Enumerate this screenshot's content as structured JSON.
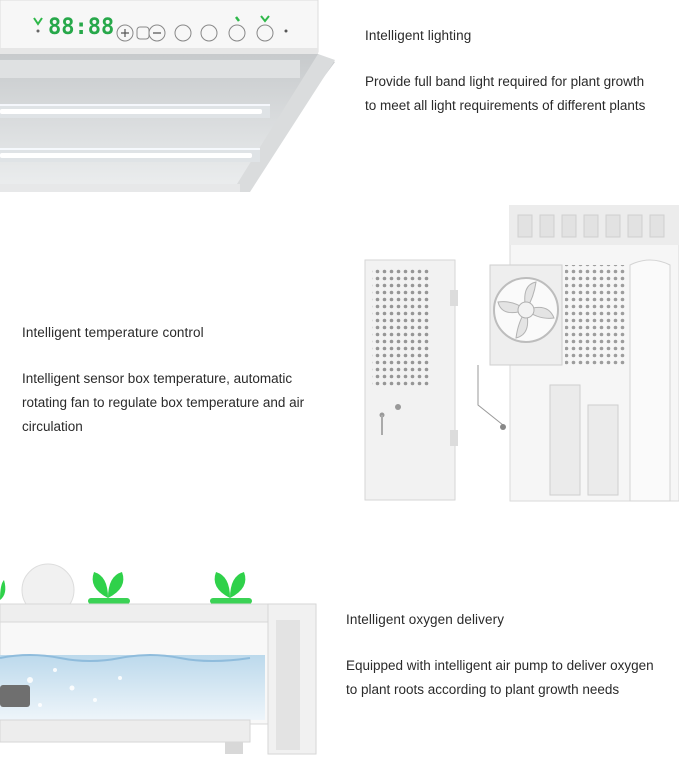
{
  "sections": [
    {
      "heading": "Intelligent lighting",
      "body": "Provide full band light required for plant growth to meet all light requirements of different plants",
      "body_lines": [
        "Provide full band light required for plant growth",
        "to meet all light requirements of different plants"
      ]
    },
    {
      "heading": "Intelligent temperature control",
      "body": "Intelligent sensor box temperature, automatic rotating fan to regulate box temperature and air circulation",
      "body_lines": [
        "Intelligent sensor box temperature, automatic",
        "rotating fan to regulate box temperature and air",
        "circulation"
      ]
    },
    {
      "heading": "Intelligent oxygen delivery",
      "body": "Equipped with intelligent air pump to deliver oxygen to plant roots according to plant growth needs",
      "body_lines": [
        "Equipped with intelligent air pump to deliver oxygen",
        "to plant roots according to plant growth needs"
      ]
    }
  ],
  "panel": {
    "display": "88:88",
    "colors": {
      "display": "#27a84a",
      "leaf": "#2fd14a",
      "water": "#a9cde6"
    }
  }
}
